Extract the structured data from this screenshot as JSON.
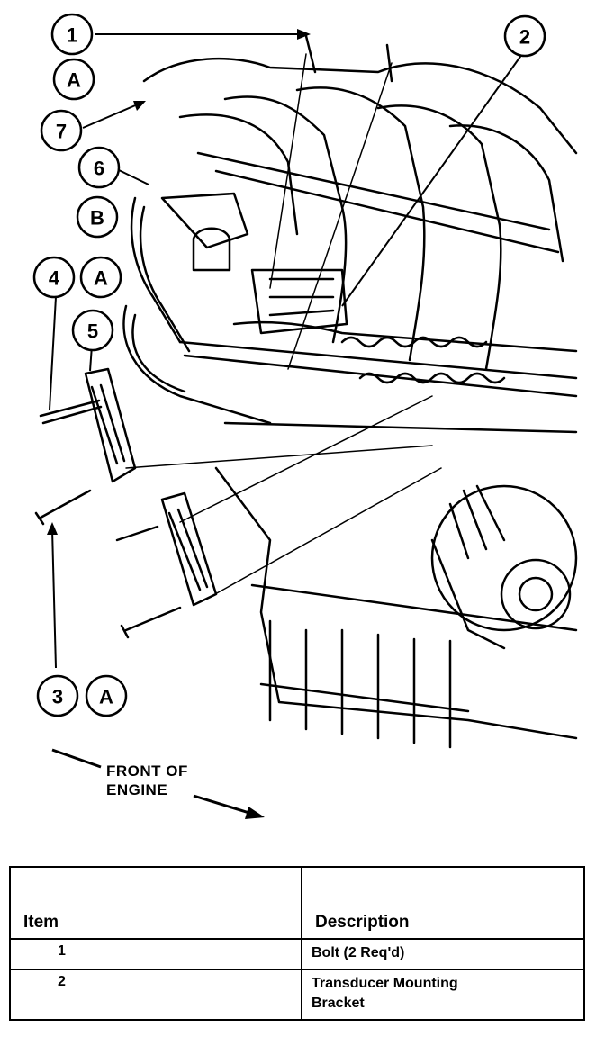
{
  "callouts": {
    "c1": "1",
    "cA1": "A",
    "c7": "7",
    "c6": "6",
    "cB": "B",
    "c4": "4",
    "cA2": "A",
    "c5": "5",
    "c2": "2",
    "c3": "3",
    "cA3": "A"
  },
  "front_label": {
    "line1": "FRONT OF",
    "line2": "ENGINE"
  },
  "parts_table": {
    "headers": {
      "item": "Item",
      "description": "Description"
    },
    "rows": [
      {
        "item": "1",
        "description": "Bolt (2 Req'd)"
      },
      {
        "item": "2",
        "description_line1": "Transducer Mounting",
        "description_line2": "Bracket"
      }
    ]
  }
}
